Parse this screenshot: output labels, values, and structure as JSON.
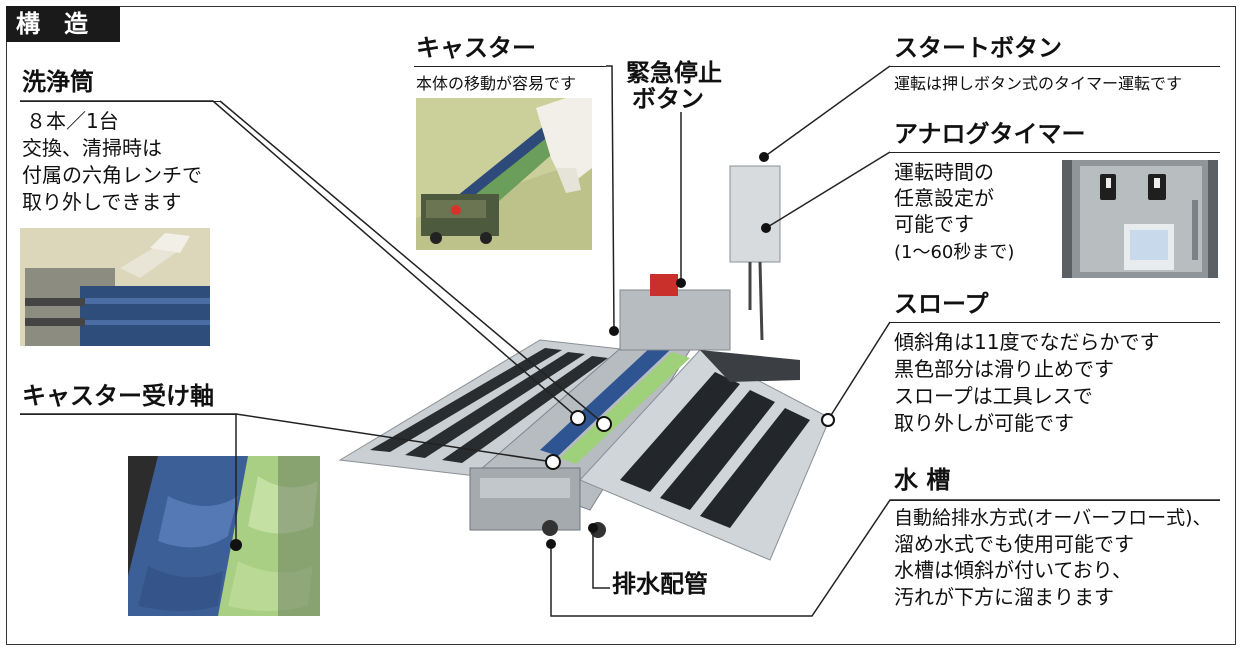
{
  "tab": "構　造",
  "callouts": {
    "wash_tube": {
      "title": "洗浄筒",
      "lines": [
        "８本／1台",
        "交換、清掃時は",
        "付属の六角レンチで",
        "取り外しできます"
      ]
    },
    "caster": {
      "title": "キャスター",
      "lines": [
        "本体の移動が容易です"
      ]
    },
    "emergency": {
      "lines": [
        "緊急停止",
        "ボタン"
      ]
    },
    "start": {
      "title": "スタートボタン",
      "lines": [
        "運転は押しボタン式のタイマー運転です"
      ]
    },
    "timer": {
      "title": "アナログタイマー",
      "lines": [
        "運転時間の",
        "任意設定が",
        "可能です",
        "(1〜60秒まで)"
      ]
    },
    "slope": {
      "title": "スロープ",
      "lines": [
        "傾斜角は11度でなだらかです",
        "黒色部分は滑り止めです",
        "スロープは工具レスで",
        "取り外しが可能です"
      ]
    },
    "caster_axle": {
      "title": "キャスター受け軸"
    },
    "tank": {
      "title": "水 槽",
      "lines": [
        "自動給排水方式(オーバーフロー式)、",
        "溜め水式でも使用可能です",
        "水槽は傾斜が付いており、",
        "汚れが下方に溜まります"
      ]
    },
    "drain": {
      "title": "排水配管"
    }
  }
}
